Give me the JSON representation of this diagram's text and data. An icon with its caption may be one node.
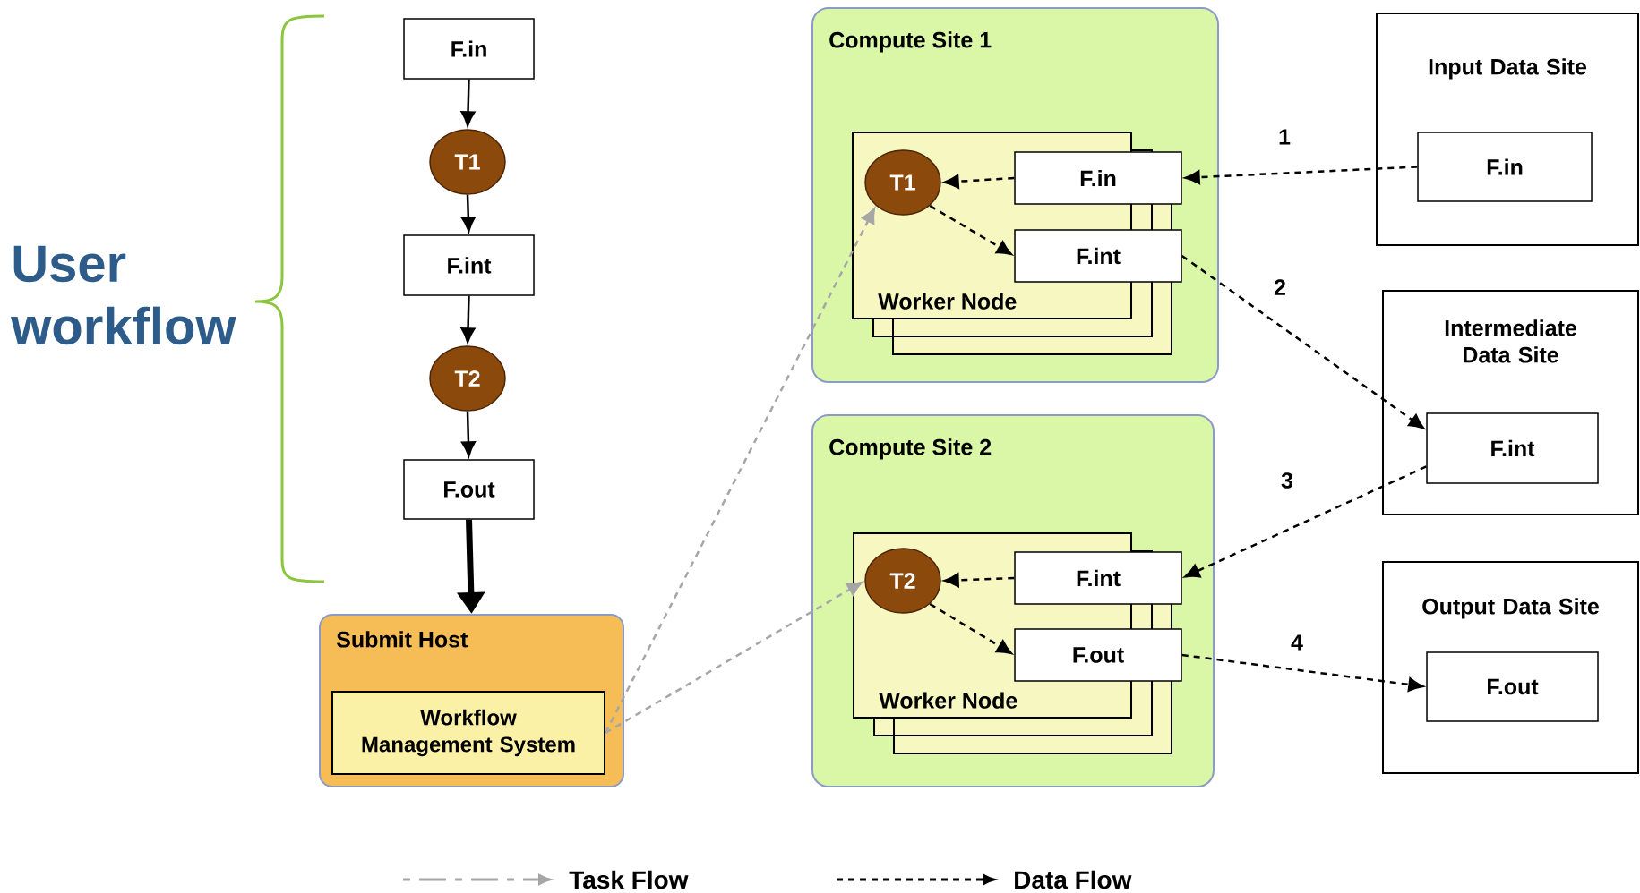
{
  "diagram": {
    "nodes": [
      {
        "text": [
          "F.in"
        ]
      },
      {
        "text": [
          "T1"
        ]
      },
      {
        "text": [
          "F.int"
        ]
      },
      {
        "text": [
          "T2"
        ]
      },
      {
        "text": [
          "F.out"
        ]
      },
      {
        "text": [
          "Submit Host"
        ]
      },
      {
        "text": [
          "Workflow Management System"
        ],
        "in": 5
      },
      {
        "text": [
          "Compute Site 1"
        ]
      },
      {
        "text": [
          "Worker Node"
        ],
        "in": 7
      },
      {
        "text": [
          "T1"
        ],
        "in": 8
      },
      {
        "text": [
          "F.in"
        ],
        "in": 7
      },
      {
        "text": [
          "F.int"
        ],
        "in": 7
      },
      {
        "text": [
          "Compute Site 2"
        ]
      },
      {
        "text": [
          "Worker Node"
        ],
        "in": 12
      },
      {
        "text": [
          "T2"
        ],
        "in": 13
      },
      {
        "text": [
          "F.int"
        ],
        "in": 12
      },
      {
        "text": [
          "F.out"
        ],
        "in": 12
      },
      {
        "text": [
          "Input Data Site"
        ]
      },
      {
        "text": [
          "F.in"
        ],
        "in": 17
      },
      {
        "text": [
          "Intermediate Data Site"
        ]
      },
      {
        "text": [
          "F.int"
        ],
        "in": 19
      },
      {
        "text": [
          "Output Data Site"
        ]
      },
      {
        "text": [
          "F.out"
        ],
        "in": 21
      }
    ],
    "edges": [
      {
        "from": 0,
        "to": 1,
        "arrow": "to"
      },
      {
        "from": 1,
        "to": 2,
        "arrow": "to"
      },
      {
        "from": 2,
        "to": 3,
        "arrow": "to"
      },
      {
        "from": 3,
        "to": 4,
        "arrow": "to"
      },
      {
        "from": 4,
        "to": 5,
        "arrow": "to",
        "style": "thick"
      },
      {
        "from": 6,
        "to": 9,
        "arrow": "to",
        "style": "dashed",
        "color": "#a6a6a6"
      },
      {
        "from": 6,
        "to": 14,
        "arrow": "to",
        "style": "dashed",
        "color": "#a6a6a6"
      },
      {
        "from": 10,
        "to": 9,
        "arrow": "to",
        "style": "dashed"
      },
      {
        "from": 9,
        "to": 11,
        "arrow": "to",
        "style": "dashed"
      },
      {
        "from": 18,
        "to": 10,
        "arrow": "to",
        "style": "dashed",
        "label": "1"
      },
      {
        "from": 11,
        "to": 20,
        "arrow": "to",
        "style": "dashed",
        "label": "2"
      },
      {
        "from": 20,
        "to": 15,
        "arrow": "to",
        "style": "dashed",
        "label": "3"
      },
      {
        "from": 15,
        "to": 14,
        "arrow": "to",
        "style": "dashed"
      },
      {
        "from": 14,
        "to": 16,
        "arrow": "to",
        "style": "dashed"
      },
      {
        "from": 16,
        "to": 22,
        "arrow": "to",
        "style": "dashed",
        "label": "4"
      }
    ],
    "labels": [
      "User workflow"
    ],
    "legend": [
      {
        "text": "Task Flow"
      },
      {
        "text": "Data Flow"
      }
    ]
  }
}
